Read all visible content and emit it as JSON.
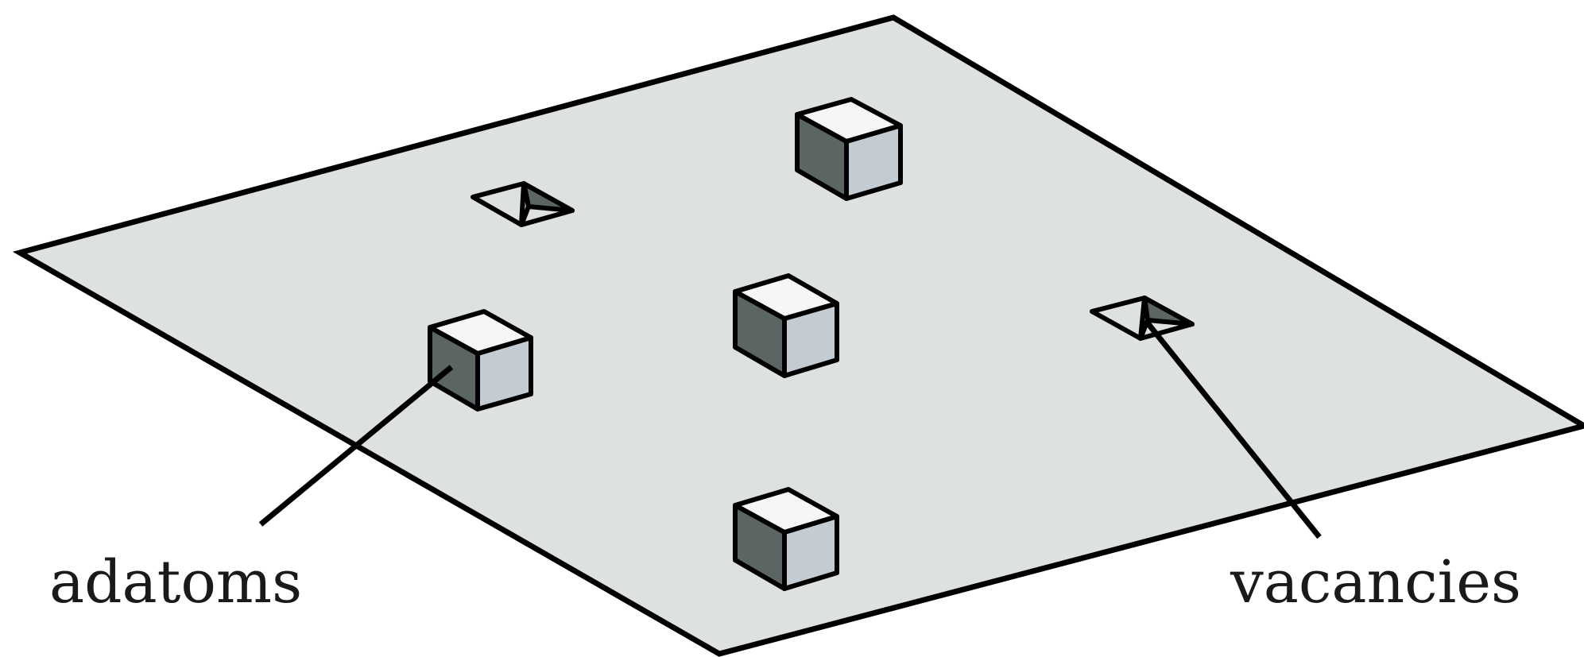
{
  "labels": {
    "adatoms": "adatoms",
    "vacancies": "vacancies"
  },
  "colors": {
    "surface": "#dde1e1",
    "cube_top": "#f4f6f7",
    "cube_left": "#5b6664",
    "cube_right": "#c4ccd3",
    "vacancy_dark": "#5b6664",
    "vacancy_light": "#bfc6cc",
    "outline": "#000000"
  },
  "counts": {
    "adatoms": 4,
    "vacancies": 2
  }
}
